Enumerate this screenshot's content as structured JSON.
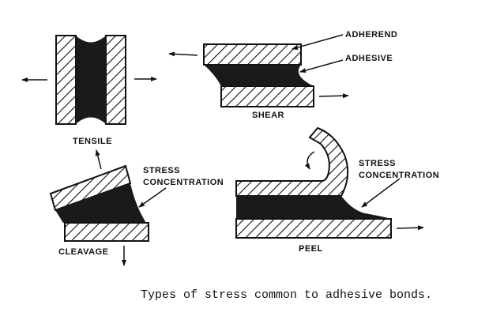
{
  "labels": {
    "tensile": "TENSILE",
    "shear": "SHEAR",
    "adherend": "ADHEREND",
    "adhesive": "ADHESIVE",
    "cleavage": "CLEAVAGE",
    "stress_concentration_line1": "STRESS",
    "stress_concentration_line2": "CONCENTRATION",
    "peel": "PEEL",
    "peel_stress_line1": "STRESS",
    "peel_stress_line2": "CONCENTRATION"
  },
  "caption": "Types of stress common to adhesive bonds.",
  "colors": {
    "ink": "#111111",
    "paper": "#ffffff"
  }
}
